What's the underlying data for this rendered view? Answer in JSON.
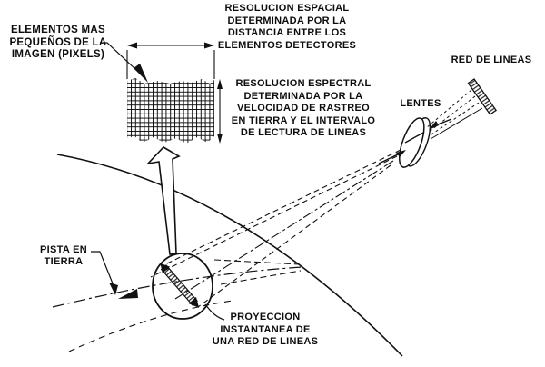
{
  "page": {
    "background": "#ffffff",
    "ink": "#111111"
  },
  "labels": {
    "pixels": "ELEMENTOS MAS\nPEQUEÑOS DE LA\nIMAGEN (PIXELS)",
    "spatial_resolution": "RESOLUCION ESPACIAL\nDETERMINADA POR LA\nDISTANCIA ENTRE LOS\nELEMENTOS DETECTORES",
    "spectral_resolution": "RESOLUCION ESPECTRAL\nDETERMINADA POR LA\nVELOCIDAD DE RASTREO\nEN TIERRA Y EL INTERVALO\nDE LECTURA DE LINEAS",
    "line_grid": "RED DE LINEAS",
    "lens": "LENTES",
    "ground_track": "PISTA EN\nTIERRA",
    "projection": "PROYECCION\nINSTANTANEA DE\nUNA RED DE LINEAS"
  }
}
